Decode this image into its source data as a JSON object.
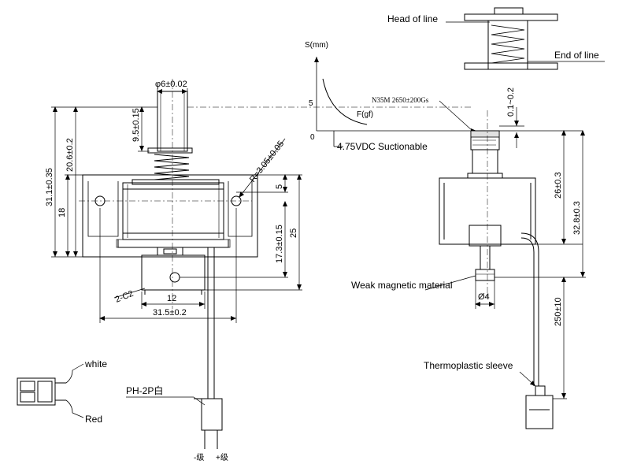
{
  "labels": {
    "head_of_line": "Head of line",
    "end_of_line": "End of line",
    "white": "white",
    "red": "Red",
    "connector": "PH-2P白",
    "neg_pole": "-级",
    "pos_pole": "+级",
    "weak_magnetic": "Weak magnetic material",
    "thermoplastic": "Thermoplastic sleeve",
    "material_spec": "N35M 2650±200Gs",
    "suctionable": "4.75VDC Suctionable"
  },
  "graph": {
    "y_axis": "S(mm)",
    "x_axis": "F(gf)",
    "y_tick": "5",
    "origin": "0"
  },
  "dims": {
    "plunger_dia": "φ6±0.02",
    "d_9_5": "9.5±0.15",
    "d_31_1": "31.1±0.35",
    "d_20_6": "20.6±0.2",
    "d_18": "18",
    "r_hole": "R=3.05±0.05",
    "d_5": "5",
    "d_17_3": "17.3±0.15",
    "d_25": "25",
    "chamfer": "2-C2",
    "d_12": "12",
    "d_31_5": "31.5±0.2",
    "d_0_1": "0.1~0.2",
    "d_26": "26±0.3",
    "d_32_8": "32.8±0.3",
    "d_250": "250±10",
    "d_pin": "Ø4"
  }
}
